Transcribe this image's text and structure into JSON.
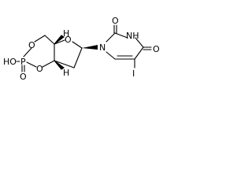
{
  "diagram": {
    "type": "chemical-structure",
    "atoms": {
      "ho": "HO",
      "p": "P",
      "o_double": "O",
      "o_ring_top": "O",
      "o_ring_bottom": "O",
      "o_furanose": "O",
      "n1": "N",
      "nh": "NH",
      "o_c2": "O",
      "o_c4": "O",
      "iodine": "I",
      "h_top": "H",
      "h_bottom": "H"
    }
  }
}
